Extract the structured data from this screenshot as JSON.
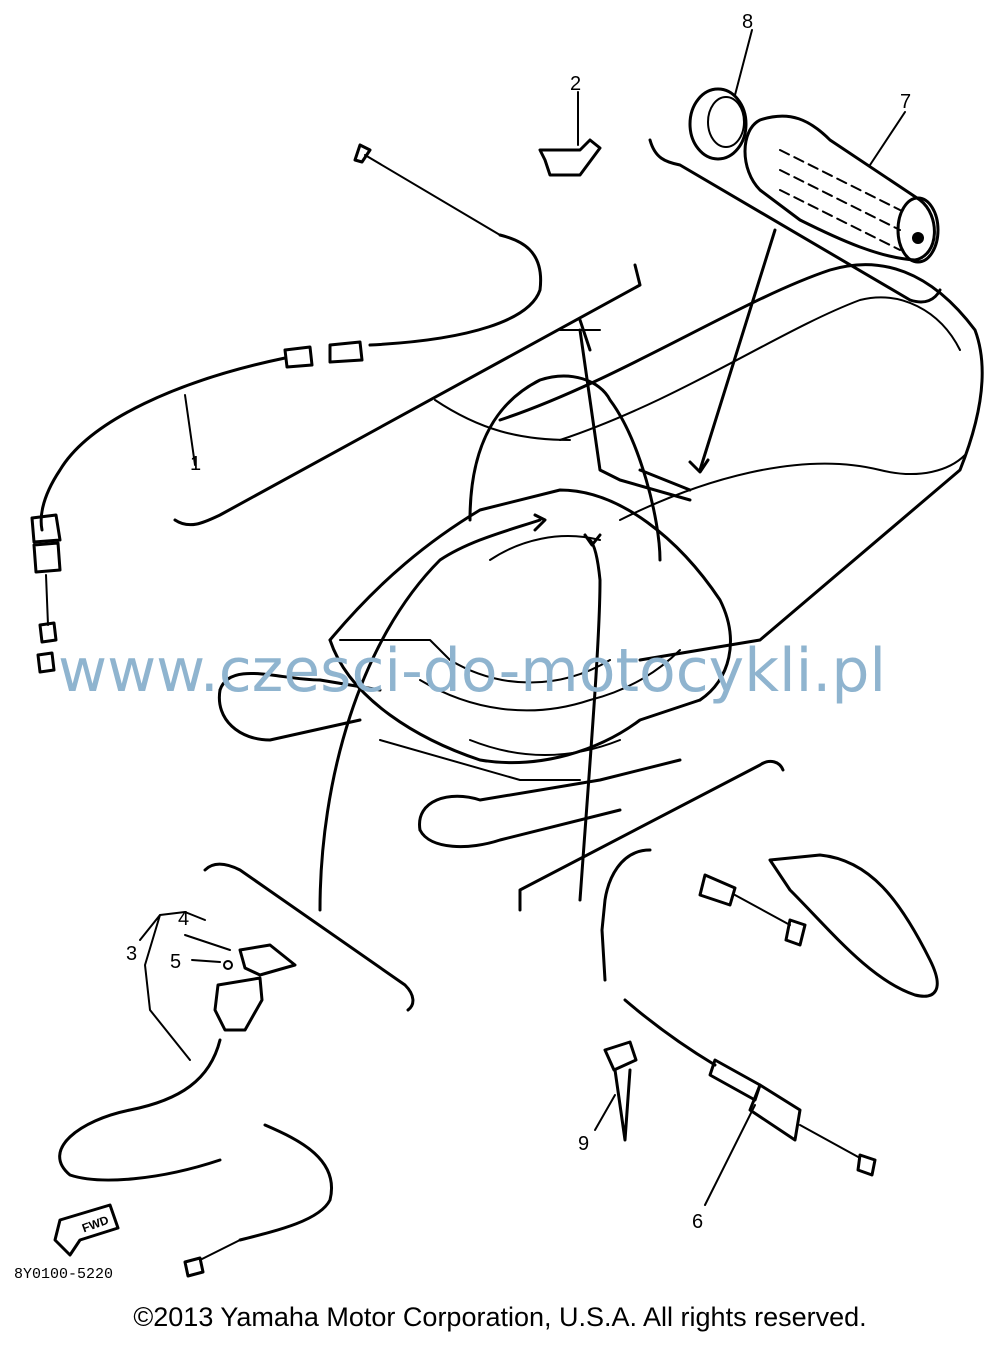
{
  "callouts": [
    {
      "id": "1",
      "label": "1"
    },
    {
      "id": "2",
      "label": "2"
    },
    {
      "id": "3",
      "label": "3"
    },
    {
      "id": "4",
      "label": "4"
    },
    {
      "id": "5",
      "label": "5"
    },
    {
      "id": "6",
      "label": "6"
    },
    {
      "id": "7",
      "label": "7"
    },
    {
      "id": "8",
      "label": "8"
    },
    {
      "id": "9",
      "label": "9"
    }
  ],
  "fwd_label": "FWD",
  "part_code": "8Y0100-5220",
  "watermark": "www.czesci-do-motocykli.pl",
  "copyright": "©2013 Yamaha Motor Corporation, U.S.A. All rights reserved."
}
